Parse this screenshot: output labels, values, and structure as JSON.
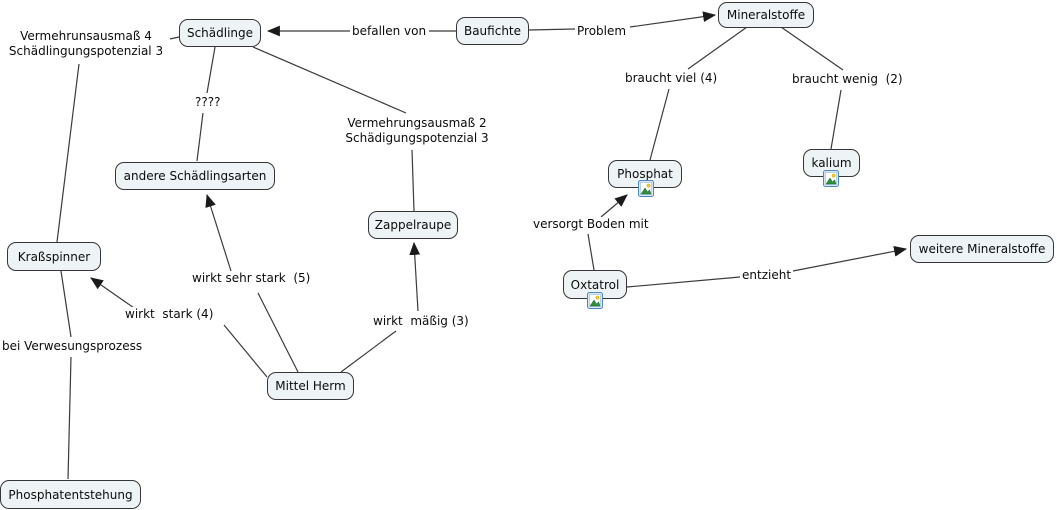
{
  "diagram": {
    "type": "concept-map",
    "background_color": "#ffffff",
    "node_fill_color": "#eef4f6",
    "node_border_color": "#35353a",
    "line_color": "#3b3b3b",
    "text_color": "#0b0b0b",
    "resource_icon": "image-resource-icon"
  },
  "nodes": {
    "schaedlinge": {
      "label": "Schädlinge"
    },
    "baufichte": {
      "label": "Baufichte"
    },
    "mineralstoffe": {
      "label": "Mineralstoffe"
    },
    "phosphat": {
      "label": "Phosphat",
      "icon": "image-resource-icon"
    },
    "kalium": {
      "label": "kalium",
      "icon": "image-resource-icon"
    },
    "andere_schaedlingsarten": {
      "label": "andere Schädlingsarten"
    },
    "zappelraupe": {
      "label": "Zappelraupe"
    },
    "krassspinner": {
      "label": "Kraßspinner"
    },
    "oxtatrol": {
      "label": "Oxtatrol",
      "icon": "image-resource-icon"
    },
    "weitere_mineralstoffe": {
      "label": "weitere Mineralstoffe"
    },
    "mittel_herm": {
      "label": "Mittel Herm"
    },
    "phosphatentstehung": {
      "label": "Phosphatentstehung"
    }
  },
  "links": {
    "befallen_von": {
      "label": "befallen von",
      "from": "Baufichte",
      "to": "Schädlinge",
      "arrow": true
    },
    "problem": {
      "label": "Problem",
      "from": "Baufichte",
      "to": "Mineralstoffe",
      "arrow": true
    },
    "braucht_viel": {
      "label": "braucht viel (4)",
      "from": "Mineralstoffe",
      "to": "Phosphat",
      "arrow": false
    },
    "braucht_wenig": {
      "label": "braucht wenig  (2)",
      "from": "Mineralstoffe",
      "to": "kalium",
      "arrow": false
    },
    "unknown": {
      "label": "????",
      "from": "Schädlinge",
      "to": "andere Schädlingsarten",
      "arrow": false
    },
    "vermehrung_2": {
      "label": "Vermehrungsausmaß 2\nSchädigungspotenzial 3",
      "from": "Schädlinge",
      "to": "Zappelraupe",
      "arrow": false
    },
    "vermehrung_4": {
      "label": "Vermehrunsausmaß 4\nSchädlingungspotenzial 3",
      "from": "Schädlinge",
      "to": "Kraßspinner",
      "arrow": false
    },
    "wirkt_sehr_stark": {
      "label": "wirkt sehr stark  (5)",
      "from": "Mittel Herm",
      "to": "andere Schädlingsarten",
      "arrow": true
    },
    "wirkt_stark": {
      "label": "wirkt  stark (4)",
      "from": "Mittel Herm",
      "to": "Kraßspinner",
      "arrow": true
    },
    "wirkt_maessig": {
      "label": "wirkt  mäßig (3)",
      "from": "Mittel Herm",
      "to": "Zappelraupe",
      "arrow": true
    },
    "bei_verwesung": {
      "label": "bei Verwesungsprozess",
      "from": "Kraßspinner",
      "to": "Phosphatentstehung",
      "arrow": false
    },
    "versorgt": {
      "label": "versorgt Boden mit",
      "from": "Oxtatrol",
      "to": "Phosphat",
      "arrow": true
    },
    "entzieht": {
      "label": "entzieht",
      "from": "Oxtatrol",
      "to": "weitere Mineralstoffe",
      "arrow": true
    }
  }
}
